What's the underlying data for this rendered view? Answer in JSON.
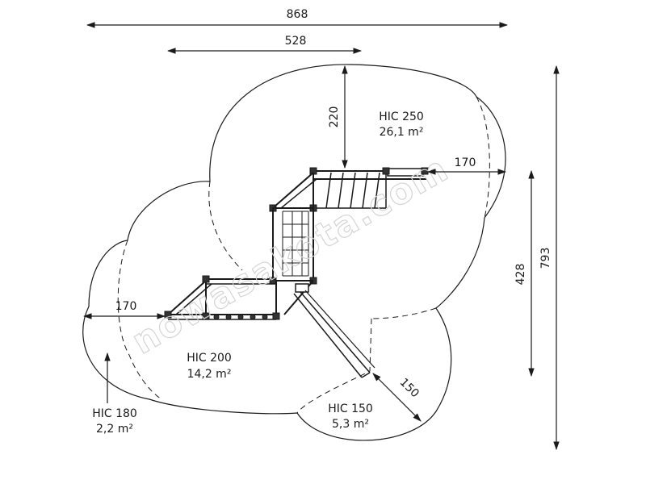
{
  "dimensions": {
    "total_width": "868",
    "inner_width": "528",
    "top_clearance": "220",
    "right_clearance": "170",
    "left_clearance": "170",
    "slide_clearance": "150",
    "total_height": "793",
    "inner_height": "428"
  },
  "zones": {
    "hic250": {
      "height": "HIC 250",
      "area": "26,1 m²"
    },
    "hic200": {
      "height": "HIC 200",
      "area": "14,2 m²"
    },
    "hic180": {
      "height": "HIC 180",
      "area": "2,2 m²"
    },
    "hic150": {
      "height": "HIC 150",
      "area": "5,3 m²"
    }
  },
  "watermark": "nowasakota.com",
  "colors": {
    "line": "#1a1a1a",
    "watermark": "#d4d4d4"
  }
}
